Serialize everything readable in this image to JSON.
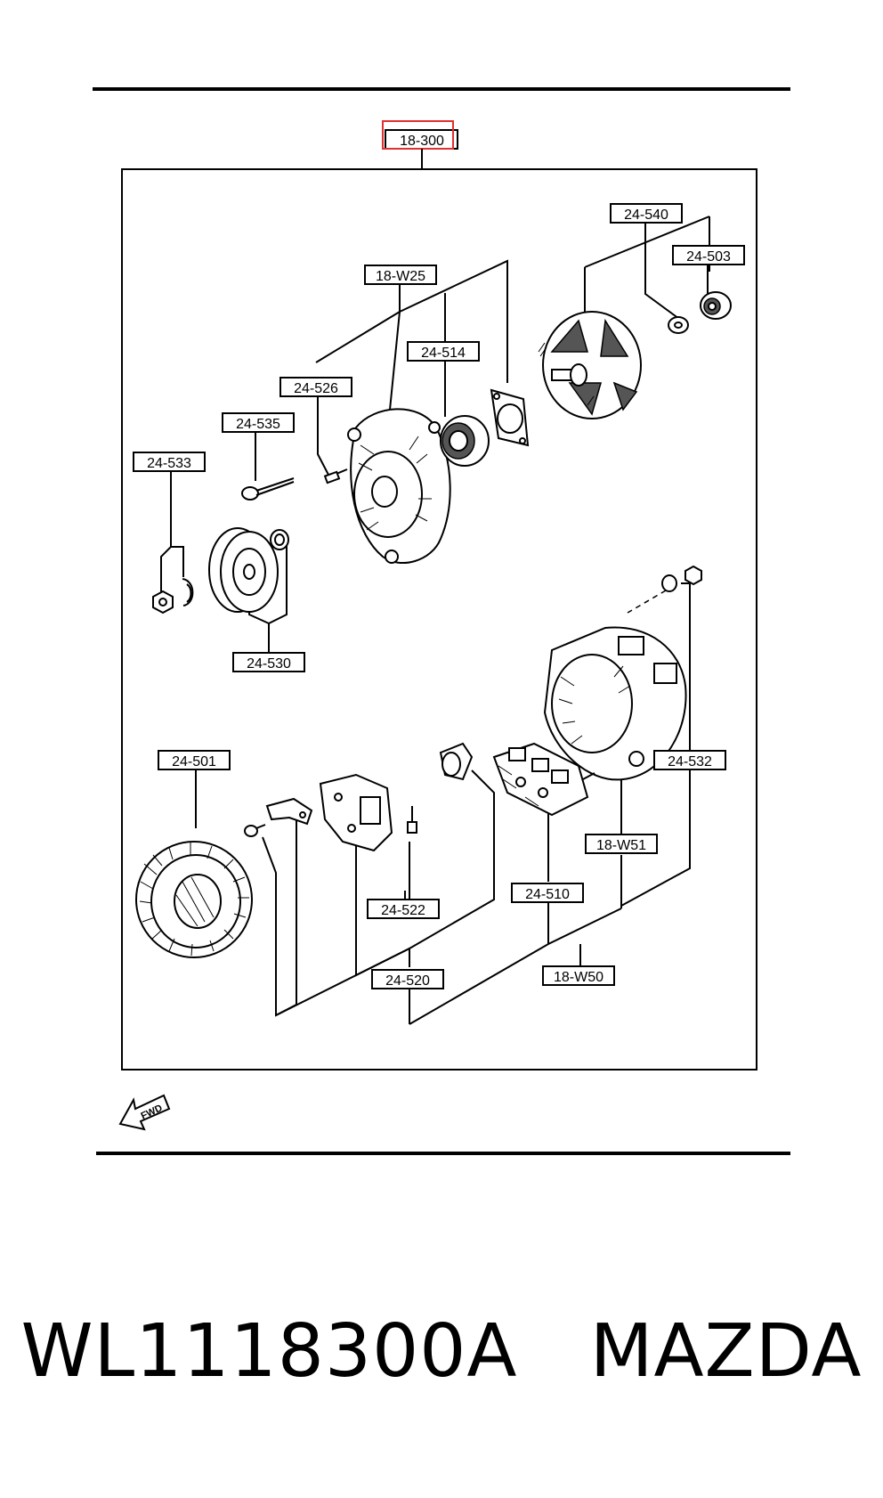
{
  "assembly_label": "18-300",
  "highlight_color": "#e03030",
  "labels": {
    "l_24_540": "24-540",
    "l_24_503": "24-503",
    "l_18_W25": "18-W25",
    "l_24_514": "24-514",
    "l_24_526": "24-526",
    "l_24_535": "24-535",
    "l_24_533": "24-533",
    "l_24_530": "24-530",
    "l_24_501": "24-501",
    "l_24_532": "24-532",
    "l_18_W51": "18-W51",
    "l_24_510": "24-510",
    "l_24_522": "24-522",
    "l_24_520": "24-520",
    "l_18_W50": "18-W50"
  },
  "fwd_label": "FWD",
  "caption": "WL1118300A   MAZDA",
  "icons": [
    "alternator-front-housing-icon",
    "rotor-icon",
    "bearing-icon",
    "pulley-icon",
    "stator-icon",
    "rear-housing-icon",
    "rectifier-icon",
    "regulator-icon",
    "brush-holder-icon",
    "bolt-icon",
    "nut-icon",
    "forward-arrow-icon"
  ]
}
